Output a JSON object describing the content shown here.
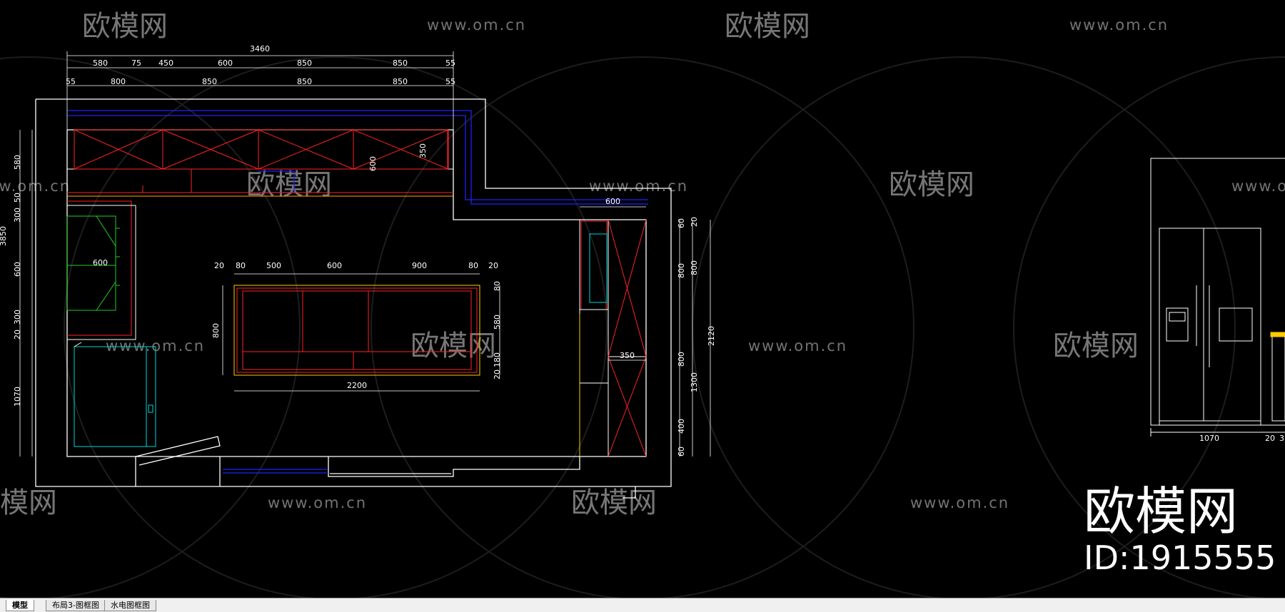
{
  "watermarks": {
    "logo_text": "欧模网",
    "url_text": "www.om.cn",
    "big_brand": "欧模网",
    "id_text": "ID:1915555"
  },
  "dimensions": {
    "top1": {
      "total": "3460",
      "segs": [
        "580",
        "75",
        "450",
        "600",
        "850",
        "850",
        "55"
      ]
    },
    "top2": {
      "segs": [
        "55",
        "800",
        "850",
        "850",
        "850",
        "55"
      ]
    },
    "left": {
      "total": "3850",
      "segs": [
        "580",
        "50",
        "300",
        "600",
        "300",
        "20",
        "1070"
      ]
    },
    "cab_height": "350",
    "cab_height2": "600",
    "right_width": "600",
    "right_v": {
      "segs": [
        "60",
        "800",
        "800",
        "400",
        "60"
      ],
      "inner": [
        "800",
        "1300"
      ],
      "total": "2120",
      "tick": "20"
    },
    "col_width": "350",
    "island_top": [
      "20",
      "80",
      "500",
      "600",
      "900",
      "80",
      "20"
    ],
    "island_h": "800",
    "island_r": [
      "80",
      "580",
      "180",
      "20"
    ],
    "island_w": "2200",
    "hood": "600",
    "fridge": {
      "w": "1070",
      "s1": "20",
      "s2": "3"
    }
  },
  "tabs": [
    {
      "label": "模型"
    },
    {
      "label": "布局3-图框图"
    },
    {
      "label": "水电图框图"
    }
  ],
  "colors": {
    "background": "#000000",
    "wall": "#ffffff",
    "cabinet": "#ff2222",
    "pipe": "#1a1aff",
    "hood": "#22cc22",
    "appliance": "#00d6d6",
    "dimension": "#ffffff"
  }
}
